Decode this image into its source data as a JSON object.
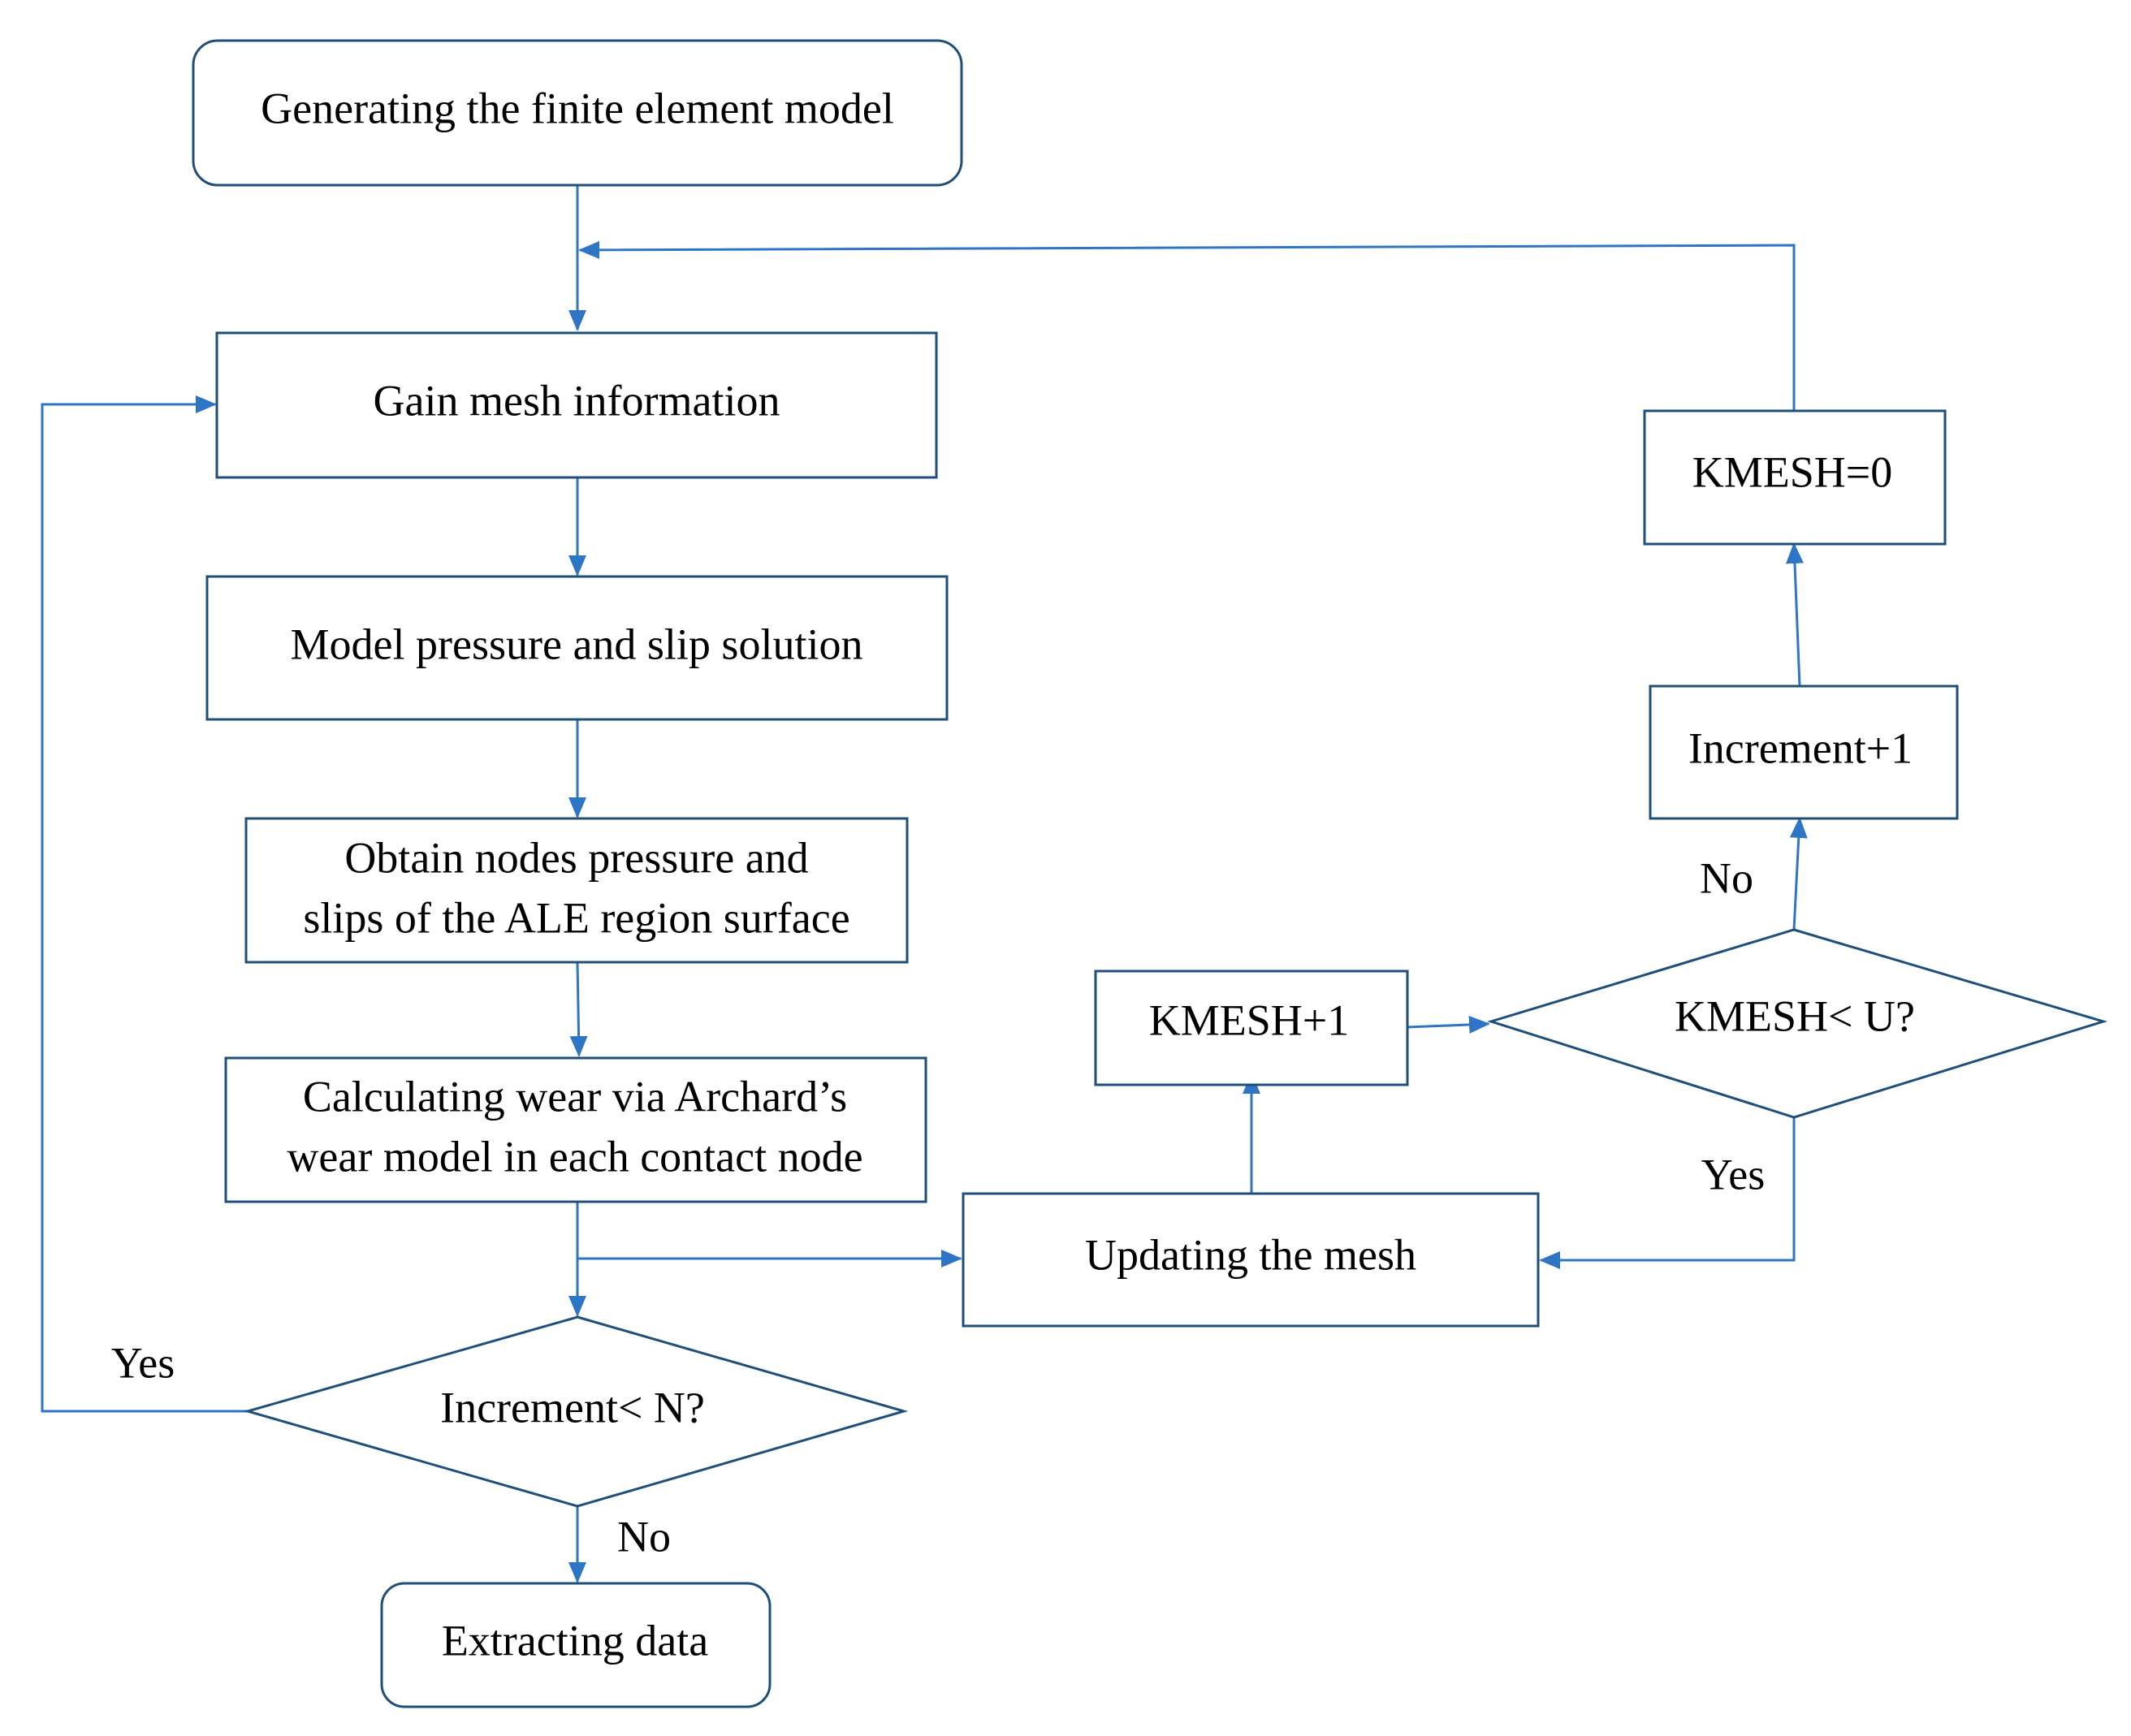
{
  "nodes": {
    "generate_model": "Generating the finite element model",
    "gain_mesh": "Gain mesh information",
    "model_pressure": "Model pressure and slip solution",
    "obtain_nodes_line1": "Obtain nodes pressure and",
    "obtain_nodes_line2": "slips of the ALE region surface",
    "calc_wear_line1": "Calculating wear via Archard’s",
    "calc_wear_line2": "wear model in each contact node",
    "increment_check": "Increment< N?",
    "extracting_data": "Extracting data",
    "updating_mesh": "Updating the mesh",
    "kmesh_plus": "KMESH+1",
    "kmesh_check": "KMESH< U?",
    "increment_plus": "Increment+1",
    "kmesh_reset": "KMESH=0"
  },
  "edge_labels": {
    "increment_yes": "Yes",
    "increment_no": "No",
    "kmesh_yes": "Yes",
    "kmesh_no": "No"
  },
  "colors": {
    "arrow": "#2e75c6",
    "box_border": "#1f4e79",
    "text": "#000000"
  }
}
